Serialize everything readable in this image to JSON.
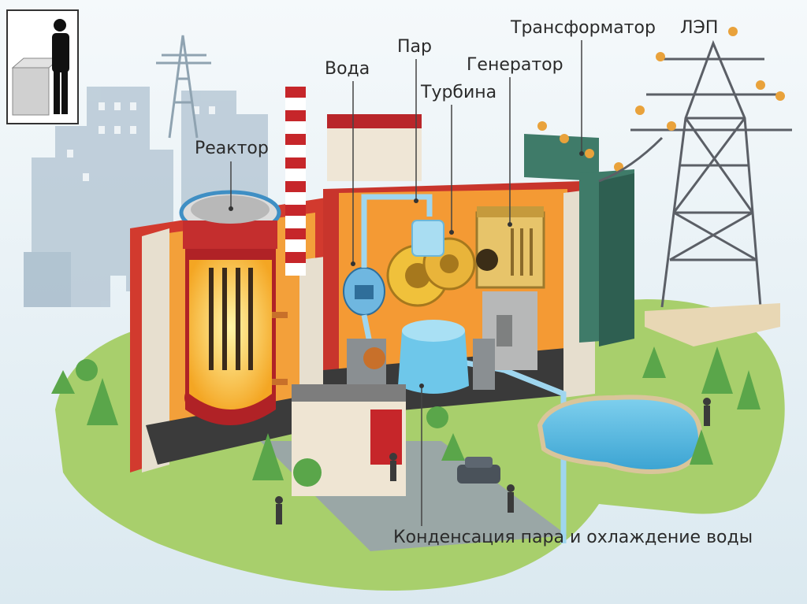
{
  "labels": {
    "reactor": "Реактор",
    "water": "Вода",
    "steam": "Пар",
    "turbine": "Турбина",
    "generator": "Генератор",
    "transformer": "Трансформатор",
    "power_line": "ЛЭП",
    "condensation": "Конденсация пара и охлаждение воды"
  },
  "colors": {
    "sky": "#e3eef4",
    "ground": "#a6cd6a",
    "building_wall": "#e6dfd2",
    "building_red": "#c8262a",
    "interior": "#f39a2e",
    "reactor_core": "#fbd24a",
    "water_blue": "#8fd3ee",
    "transformer_green": "#3d7a67",
    "pond": "#4fb7df"
  }
}
